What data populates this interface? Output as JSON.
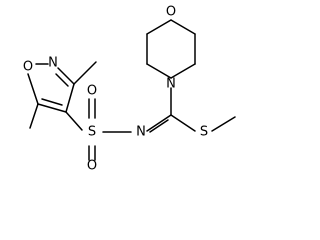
{
  "molecule": {
    "atoms": {
      "ring_o_morpholine": "O",
      "ring_n_morpholine": "N",
      "ring_o_isoxazole": "O",
      "ring_n_isoxazole": "N",
      "sulfonyl_s": "S",
      "sulfonyl_o_top": "O",
      "sulfonyl_o_bottom": "O",
      "imine_n": "N",
      "thio_s": "S"
    },
    "colors": {
      "bond": "#000000",
      "label": "#000000",
      "background": "#ffffff"
    }
  }
}
